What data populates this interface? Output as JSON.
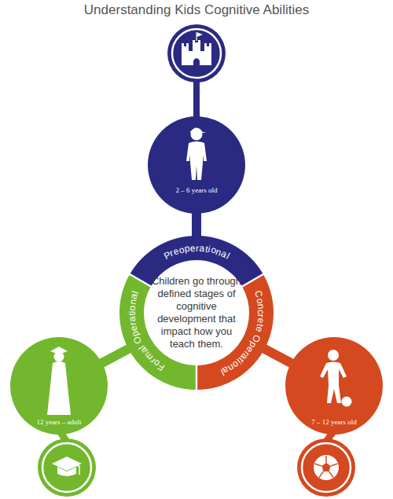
{
  "diagram": {
    "title": "Understanding Kids Cognitive Abilities",
    "nodes": [
      {
        "text": [
          "2 – 6 years old"
        ]
      },
      {
        "text": [
          "Preoperational"
        ]
      },
      {
        "text": [
          "Children go through defined stages of cognitive development that impact how you teach them."
        ]
      },
      {
        "text": [
          "Formal Operational"
        ]
      },
      {
        "text": [
          "Concrete Operational"
        ]
      },
      {
        "text": [
          "12 years – adult"
        ]
      },
      {
        "text": [
          "7 – 12 years old"
        ]
      }
    ],
    "edges": [
      {
        "from": 1,
        "to": 0,
        "arrow": "none"
      },
      {
        "from": 3,
        "to": 5,
        "arrow": "none"
      },
      {
        "from": 4,
        "to": 6,
        "arrow": "none"
      }
    ]
  }
}
